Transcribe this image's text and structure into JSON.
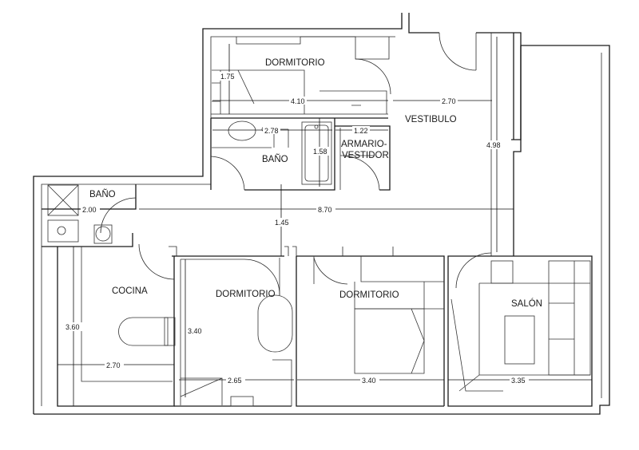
{
  "rooms": {
    "dormitorio_top": "DORMITORIO",
    "vestibulo": "VESTIBULO",
    "bano_center": "BAÑO",
    "armario_line1": "ARMARIO-",
    "armario_line2": "VESTIDOR",
    "bano_left": "BAÑO",
    "cocina": "COCINA",
    "dormitorio_2": "DORMITORIO",
    "dormitorio_3": "DORMITORIO",
    "salon": "SALÓN"
  },
  "dimensions": {
    "d_4_10": "4.10",
    "d_2_70_top": "2.70",
    "d_1_75": "1.75",
    "d_2_78": "2.78",
    "d_1_58": "1.58",
    "d_1_22": "1.22",
    "d_4_98": "4.98",
    "d_2_00": "2.00",
    "d_8_70": "8.70",
    "d_1_45": "1.45",
    "d_3_60": "3.60",
    "d_2_70_kitchen": "2.70",
    "d_3_40_v": "3.40",
    "d_2_65": "2.65",
    "d_3_40_h": "3.40",
    "d_3_35": "3.35"
  }
}
